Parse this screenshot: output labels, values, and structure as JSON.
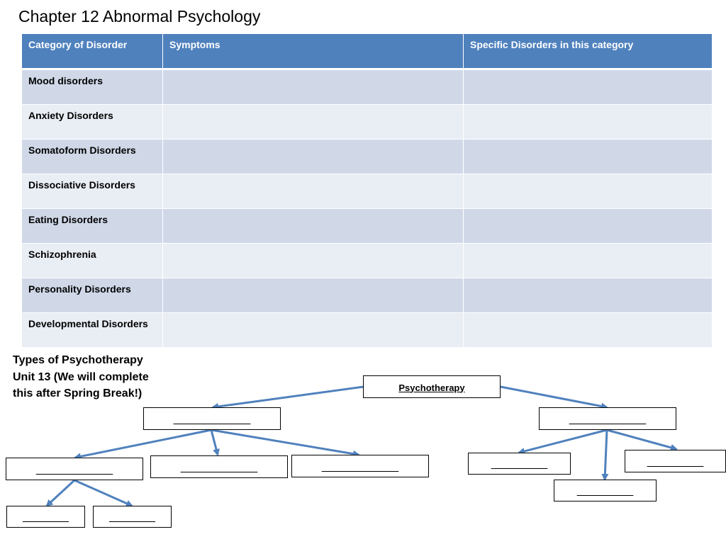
{
  "title": "Chapter 12 Abnormal Psychology",
  "table": {
    "headers": [
      "Category of Disorder",
      "Symptoms",
      "Specific Disorders in this category"
    ],
    "rows": [
      "Mood disorders",
      "Anxiety Disorders",
      "Somatoform Disorders",
      "Dissociative Disorders",
      "Eating Disorders",
      "Schizophrenia",
      "Personality Disorders",
      "Developmental Disorders"
    ]
  },
  "psychotherapy": {
    "heading_lines": [
      "Types of Psychotherapy",
      "Unit 13 (We will complete",
      "this after Spring Break!)"
    ],
    "root_label": "Psychotherapy",
    "blank_long": "_______________",
    "blank_medium": "___________",
    "blank_short": "_________"
  },
  "colors": {
    "header_fill": "#4f81bd",
    "row_dark": "#d0d8e8",
    "row_light": "#e9edf4",
    "arrow": "#4f81bd"
  }
}
